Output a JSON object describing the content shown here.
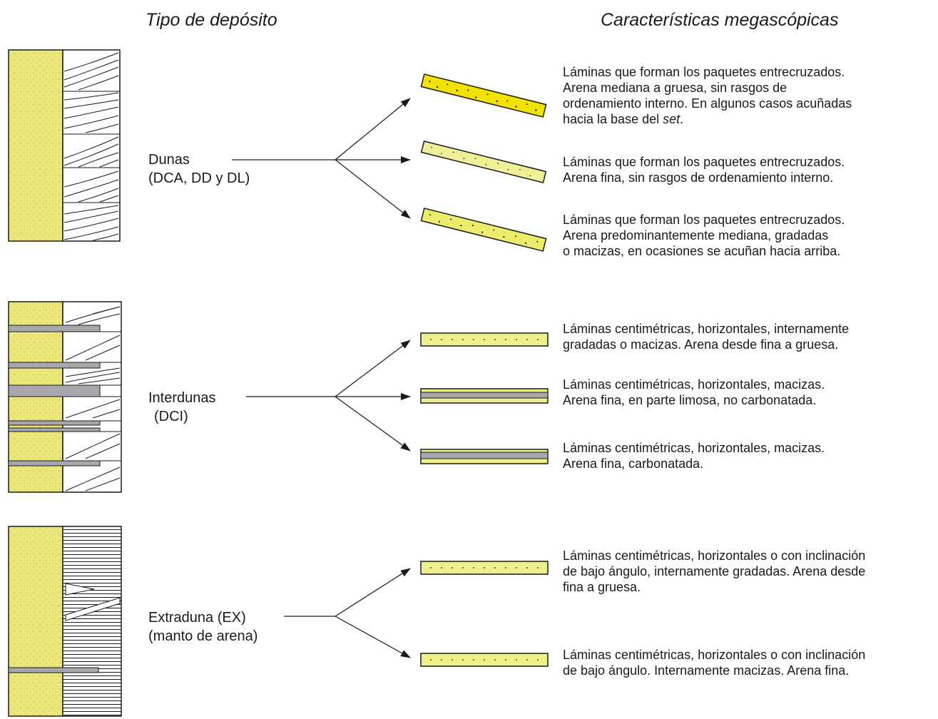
{
  "headers": {
    "deposit_type": "Tipo de depósito",
    "characteristics": "Características megascópicas"
  },
  "groups": [
    {
      "label_line1": "Dunas",
      "label_line2": "(DCA, DD y DL)",
      "items": [
        {
          "lines": [
            "Láminas que forman los paquetes entrecruzados.",
            "Arena mediana a gruesa, sin rasgos de",
            "ordenamiento interno. En algunos casos acuñadas",
            "hacia la base del "
          ],
          "italic_tail": "set",
          "tail_after": "."
        },
        {
          "lines": [
            "Láminas que forman los paquetes entrecruzados.",
            "Arena fina, sin rasgos de ordenamiento interno."
          ]
        },
        {
          "lines": [
            "Láminas que forman los paquetes entrecruzados.",
            "Arena predominantemente mediana, gradadas",
            "o macizas, en ocasiones se acuñan hacia arriba."
          ]
        }
      ]
    },
    {
      "label_line1": "Interdunas",
      "label_line2": "(DCI)",
      "items": [
        {
          "lines": [
            "Láminas centimétricas, horizontales, internamente",
            "gradadas o macizas.  Arena desde fina a gruesa."
          ]
        },
        {
          "lines": [
            "Láminas centimétricas, horizontales, macizas.",
            "Arena fina, en parte limosa, no carbonatada."
          ]
        },
        {
          "lines": [
            "Láminas centimétricas, horizontales, macizas.",
            "Arena fina, carbonatada."
          ]
        }
      ]
    },
    {
      "label_line1": "Extraduna (EX)",
      "label_line2": "(manto de arena)",
      "items": [
        {
          "lines": [
            "Láminas centimétricas, horizontales o con inclinación",
            "de bajo ángulo, internamente gradadas.  Arena desde",
            "fina a gruesa."
          ]
        },
        {
          "lines": [
            "Láminas centimétricas, horizontales o con inclinación",
            "de bajo ángulo. Internamente macizas.  Arena fina."
          ]
        }
      ]
    }
  ],
  "colors": {
    "sand_bright": "#f2e200",
    "sand_pale": "#eef08a",
    "sand_column": "#ece77a",
    "clay_gray": "#a8a8ac",
    "line": "#1a1a1a"
  }
}
